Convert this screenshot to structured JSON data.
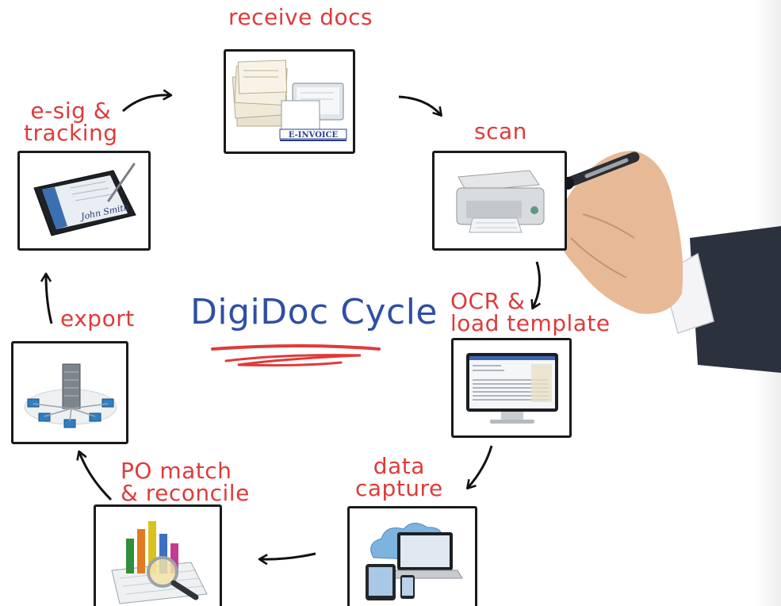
{
  "title": "DigiDoc Cycle",
  "colors": {
    "label": "#e03a3a",
    "title": "#2f4fa3",
    "ink": "#1a1a1a"
  },
  "steps": {
    "receive": {
      "label": "receive docs",
      "image_text": "E-INVOICE",
      "icon": "invoice-stack-icon"
    },
    "scan": {
      "label": "scan",
      "icon": "scanner-icon"
    },
    "ocr": {
      "line1": "OCR &",
      "line2": "load template",
      "icon": "monitor-template-icon"
    },
    "capture": {
      "line1": "data",
      "line2": "capture",
      "icon": "cloud-devices-icon"
    },
    "po": {
      "line1": "PO match",
      "line2": "& reconcile",
      "icon": "chart-magnifier-icon"
    },
    "export": {
      "label": "export",
      "icon": "server-network-icon"
    },
    "esig": {
      "line1": "e-sig &",
      "line2": "tracking",
      "signature": "John Smith",
      "icon": "tablet-signature-icon"
    }
  }
}
